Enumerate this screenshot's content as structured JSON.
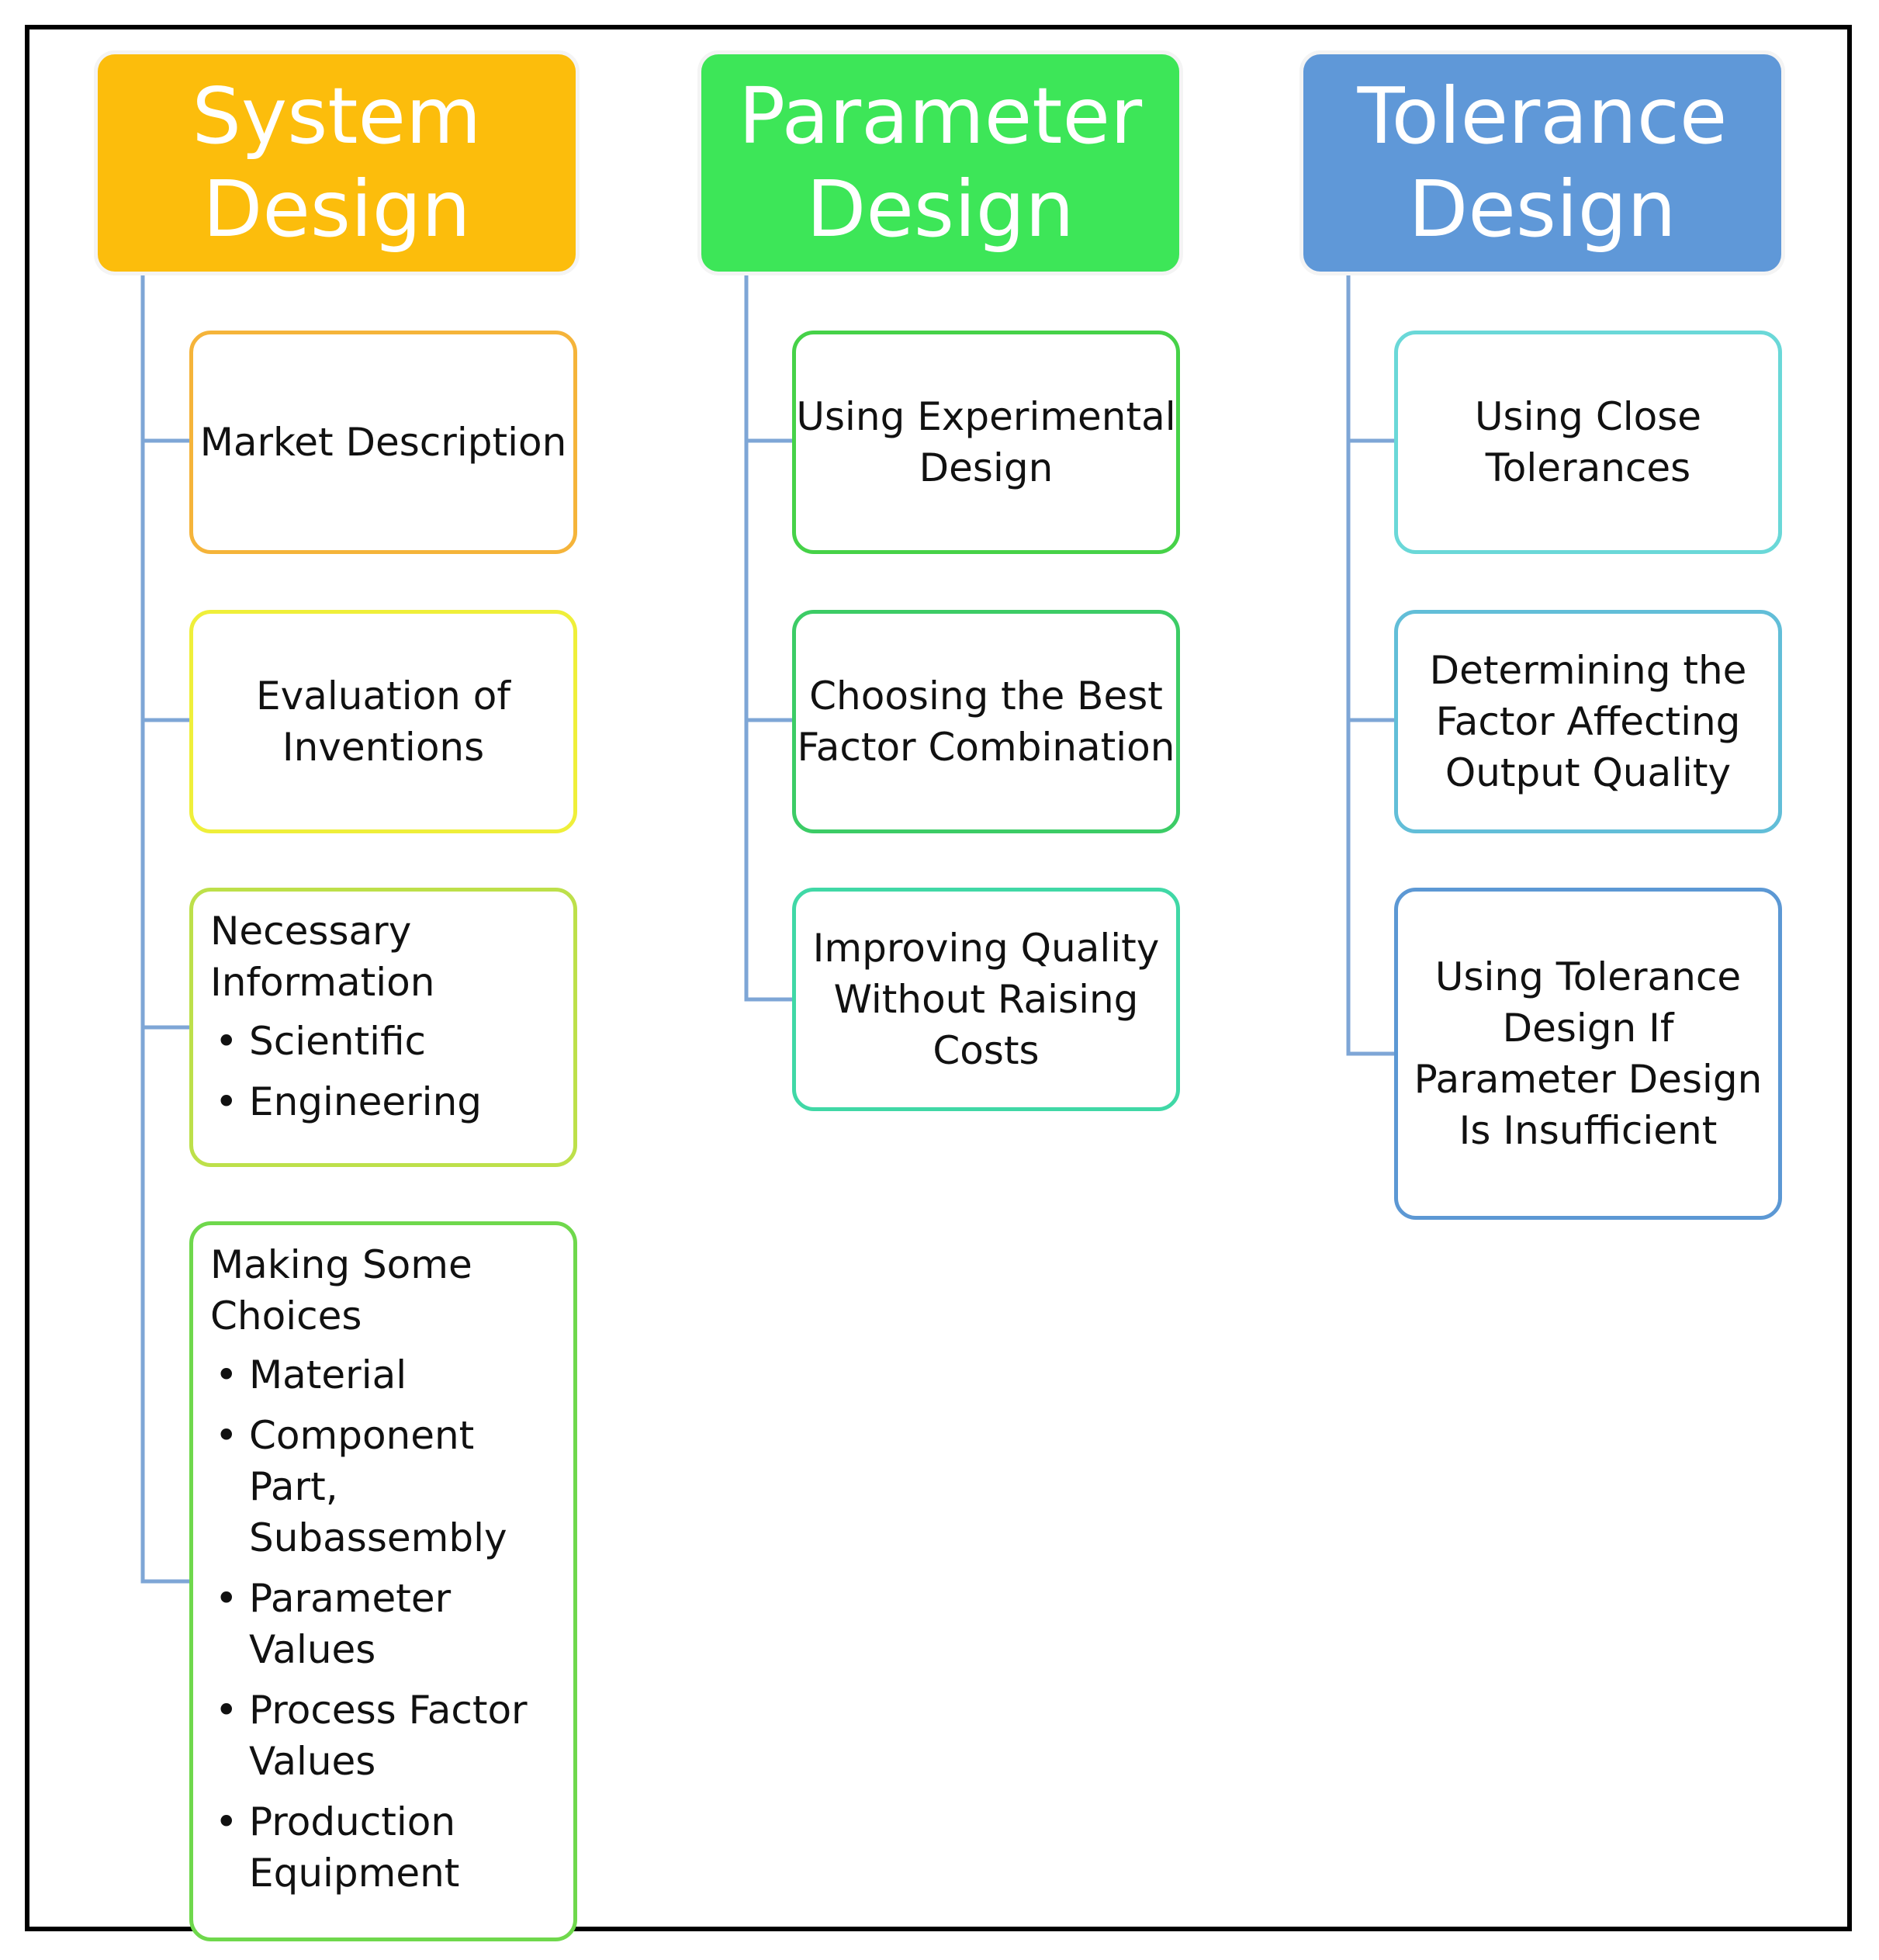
{
  "columns": [
    {
      "title": "System Design",
      "color": "#fcbd0c",
      "items": [
        {
          "text": "Market Description",
          "border": "#f5b43a"
        },
        {
          "text": "Evaluation of Inventions",
          "border": "#efef3a"
        },
        {
          "text": "Necessary Information",
          "bullets": [
            "Scientific",
            "Engineering"
          ],
          "border": "#bde04a"
        },
        {
          "text": "Making Some Choices",
          "bullets": [
            "Material",
            "Component Part, Subassembly",
            "Parameter Values",
            "Process Factor Values",
            "Production Equipment"
          ],
          "border": "#6fd84c"
        }
      ]
    },
    {
      "title": "Parameter Design",
      "color": "#3de658",
      "items": [
        {
          "text": "Using Experimental Design",
          "border": "#46d248"
        },
        {
          "text": "Choosing the Best Factor Combination",
          "border": "#3ccc66"
        },
        {
          "text": "Improving Quality Without Raising Costs",
          "border": "#40d8a6"
        }
      ]
    },
    {
      "title": "Tolerance Design",
      "color": "#5f98d8",
      "items": [
        {
          "text": "Using Close Tolerances",
          "border": "#6ad8d8"
        },
        {
          "text": "Determining the Factor Affecting Output Quality",
          "border": "#62bed8"
        },
        {
          "text": "Using Tolerance Design If Parameter Design Is Insufficient",
          "border": "#5c98d4"
        }
      ]
    }
  ],
  "connector_color": "#7ea6d6"
}
